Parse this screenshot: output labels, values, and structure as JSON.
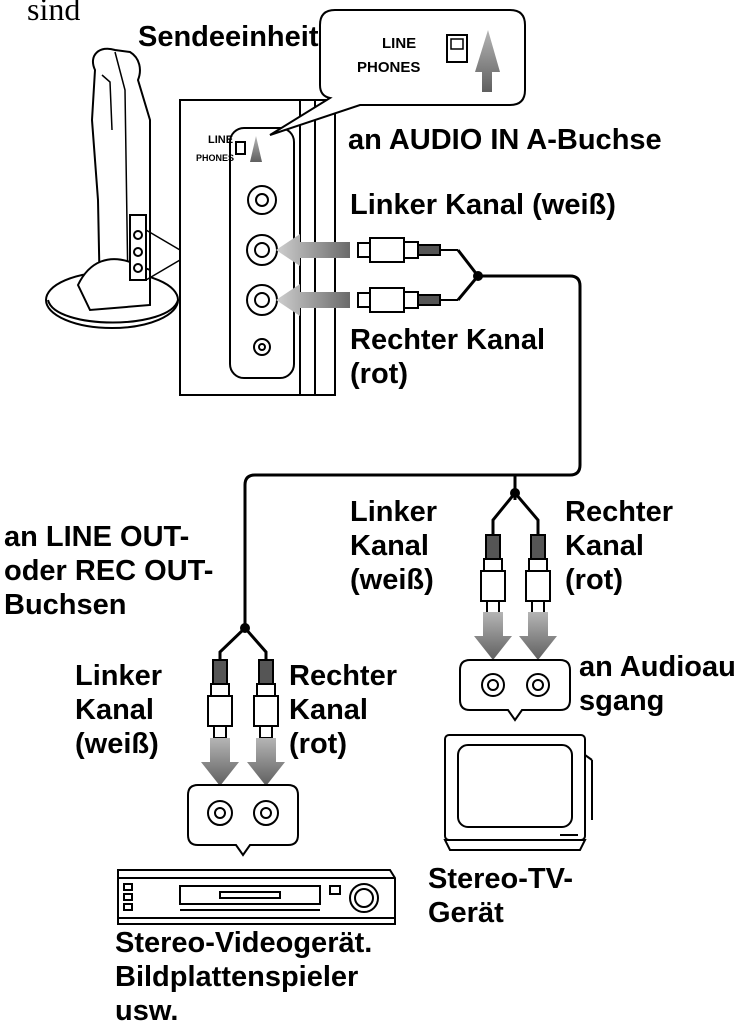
{
  "header_fragment": "sind",
  "transmitter": {
    "title": "Sendeeinheit",
    "switch_line": "LINE",
    "switch_phones": "PHONES"
  },
  "labels": {
    "audio_in": "an AUDIO IN A-Buchse",
    "left_channel_top": "Linker Kanal (weiß)",
    "right_channel_top_1": "Rechter Kanal",
    "right_channel_top_2": "(rot)",
    "line_out_1": "an LINE OUT-",
    "line_out_2": "oder REC OUT-",
    "line_out_3": "Buchsen",
    "tv_left_1": "Linker",
    "tv_left_2": "Kanal",
    "tv_left_3": "(weiß)",
    "tv_right_1": "Rechter",
    "tv_right_2": "Kanal",
    "tv_right_3": "(rot)",
    "vcr_left_1": "Linker",
    "vcr_left_2": "Kanal",
    "vcr_left_3": "(weiß)",
    "vcr_right_1": "Rechter",
    "vcr_right_2": "Kanal",
    "vcr_right_3": "(rot)",
    "audio_out_1": "an Audioau",
    "audio_out_2": "sgang",
    "tv_device_1": "Stereo-TV-",
    "tv_device_2": "Gerät",
    "vcr_device_1": "Stereo-Videogerät.",
    "vcr_device_2": "Bildplattenspieler",
    "vcr_device_3": "usw."
  }
}
